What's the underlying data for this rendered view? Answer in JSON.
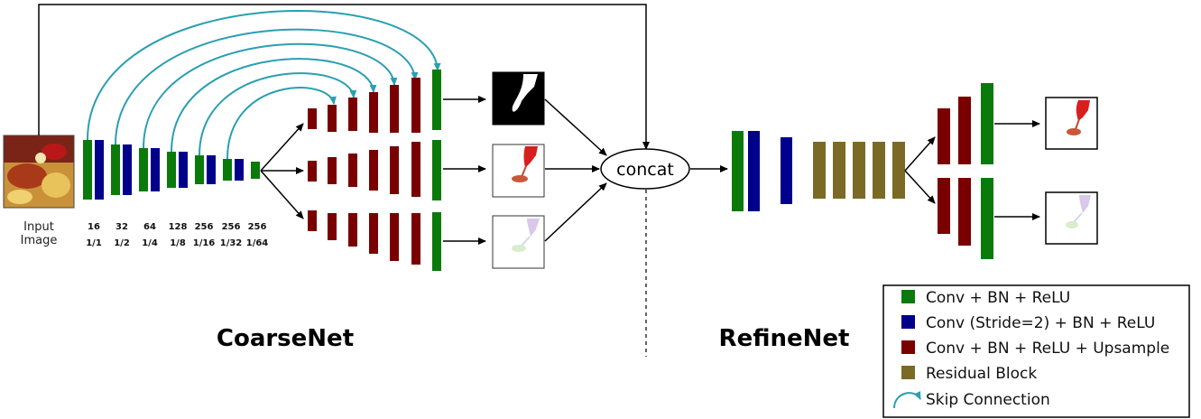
{
  "input_label_1": "Input",
  "input_label_2": "Image",
  "channels": [
    "16",
    "32",
    "64",
    "128",
    "256",
    "256",
    "256"
  ],
  "scales": [
    "1/1",
    "1/2",
    "1/4",
    "1/8",
    "1/16",
    "1/32",
    "1/64"
  ],
  "coarse_title": "CoarseNet",
  "refine_title": "RefineNet",
  "concat_label": "concat",
  "legend": [
    {
      "label": "Conv + BN + ReLU",
      "color": "#0a7a0a",
      "icon": "square"
    },
    {
      "label": "Conv (Stride=2) + BN + ReLU",
      "color": "#00008b",
      "icon": "square"
    },
    {
      "label": "Conv + BN + ReLU + Upsample",
      "color": "#7a0000",
      "icon": "square"
    },
    {
      "label": "Residual Block",
      "color": "#7a6a26",
      "icon": "square"
    },
    {
      "label": "Skip Connection",
      "color": "#2a9fb0",
      "icon": "curved-arrow-icon"
    }
  ],
  "colors": {
    "conv": "#0a7a0a",
    "stride": "#00008b",
    "upsample": "#7a0000",
    "residual": "#7a6a26",
    "skip": "#2a9fb0"
  }
}
